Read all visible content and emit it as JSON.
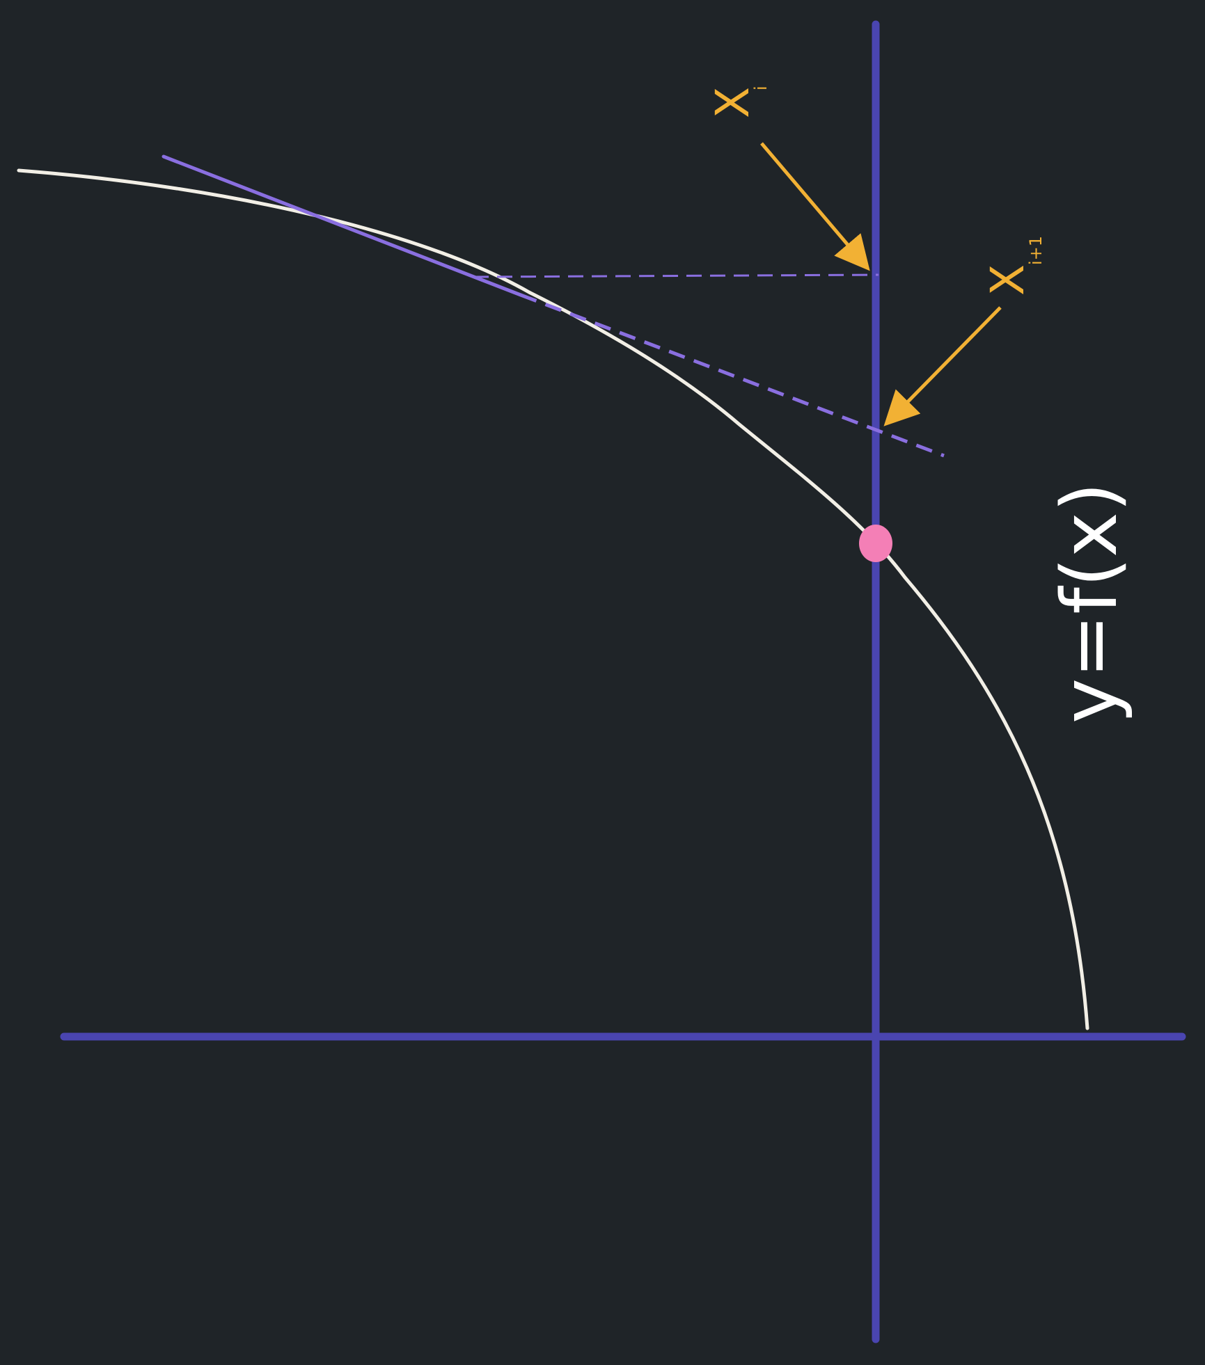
{
  "diagram": {
    "labels": {
      "x_i": {
        "base": "X",
        "sub": "i"
      },
      "x_i1": {
        "base": "X",
        "sub": "i+1"
      },
      "curve": "y=f(x)"
    },
    "colors": {
      "background": "#1f2428",
      "axis": "#4a45b0",
      "curve": "#f2efe6",
      "tangent": "#8a6fe0",
      "arrow": "#f2b134",
      "root_point": "#f47fb6"
    },
    "elements": [
      "x-axis",
      "y-axis",
      "curve",
      "tangent-line",
      "horizontal-dashed-projection",
      "arrow-to-x-i",
      "arrow-to-x-i1",
      "root-point"
    ]
  }
}
